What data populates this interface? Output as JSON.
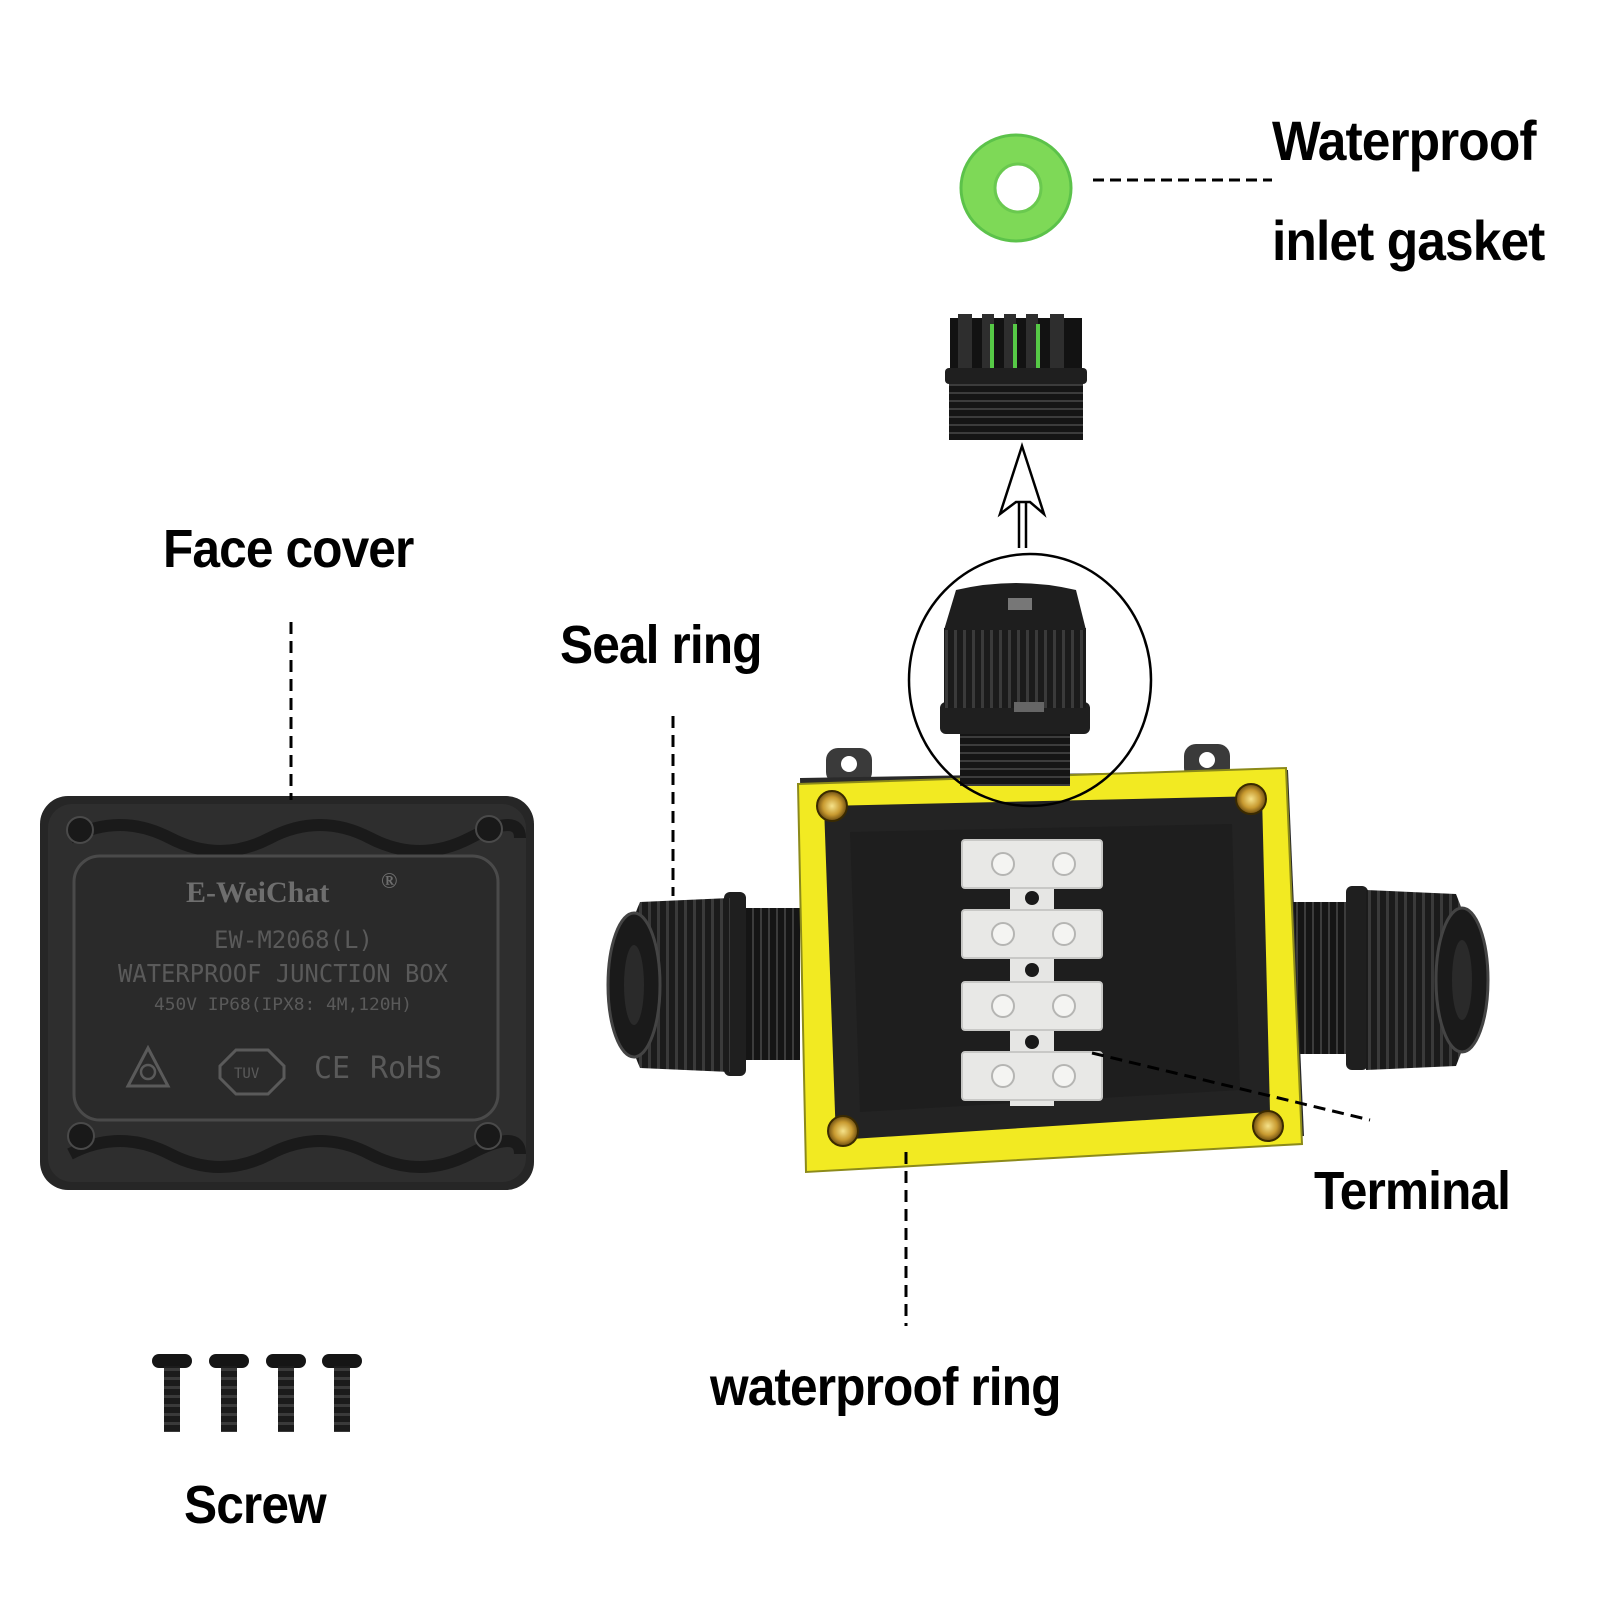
{
  "labels": {
    "gasket_line1": "Waterproof",
    "gasket_line2": "inlet gasket",
    "face_cover": "Face cover",
    "seal_ring": "Seal  ring",
    "terminal": "Terminal",
    "waterproof_ring": "waterproof ring",
    "screw": "Screw"
  },
  "cover_print": {
    "brand": "E-WeiChat",
    "registered": "®",
    "model": "EW-M2068(L)",
    "product": "WATERPROOF JUNCTION BOX",
    "rating": "450V  IP68(IPX8: 4M,120H)",
    "tuv": "TUV",
    "ce": "CE",
    "rohs": "RoHS"
  },
  "colors": {
    "gasket": "#7ed957",
    "gasket_hole": "#ffffff",
    "gasket_ring_green": "#5cc24a",
    "box_body": "#2a2a2a",
    "cover": "#2b2b2b",
    "rim_yellow": "#f2ea22",
    "terminal_block": "#e8e8e6",
    "screw_brass": "#c8a040",
    "gland": "#1c1c1c"
  },
  "icons": [
    "gasket-ring-icon",
    "cable-gland-icon",
    "junction-box-icon",
    "screw-icon",
    "arrow-up-icon"
  ]
}
